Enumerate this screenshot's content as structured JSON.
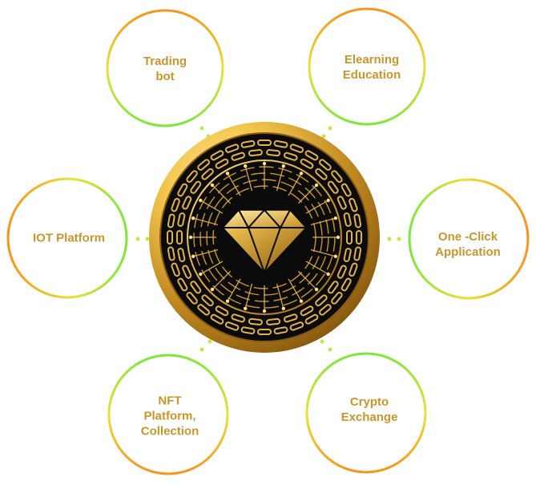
{
  "diagram": {
    "nodes": [
      {
        "id": "trading-bot",
        "label": "Trading\nbot"
      },
      {
        "id": "elearning-education",
        "label": "Elearning\nEducation"
      },
      {
        "id": "iot-platform",
        "label": "IOT Platform"
      },
      {
        "id": "one-click-application",
        "label": "One -Click\nApplication"
      },
      {
        "id": "nft-platform-collection",
        "label": "NFT\nPlatform,\nCollection"
      },
      {
        "id": "crypto-exchange",
        "label": "Crypto\nExchange"
      }
    ],
    "center": {
      "icon": "diamond-coin-icon"
    }
  },
  "colors": {
    "label": "#c9962a",
    "ring_orange": "#f7941d",
    "ring_yellow": "#e8e23a",
    "ring_green": "#7ee63a",
    "gold_light": "#ffe08a",
    "gold_dark": "#9a6a12",
    "coin_black": "#0b0b0b"
  }
}
